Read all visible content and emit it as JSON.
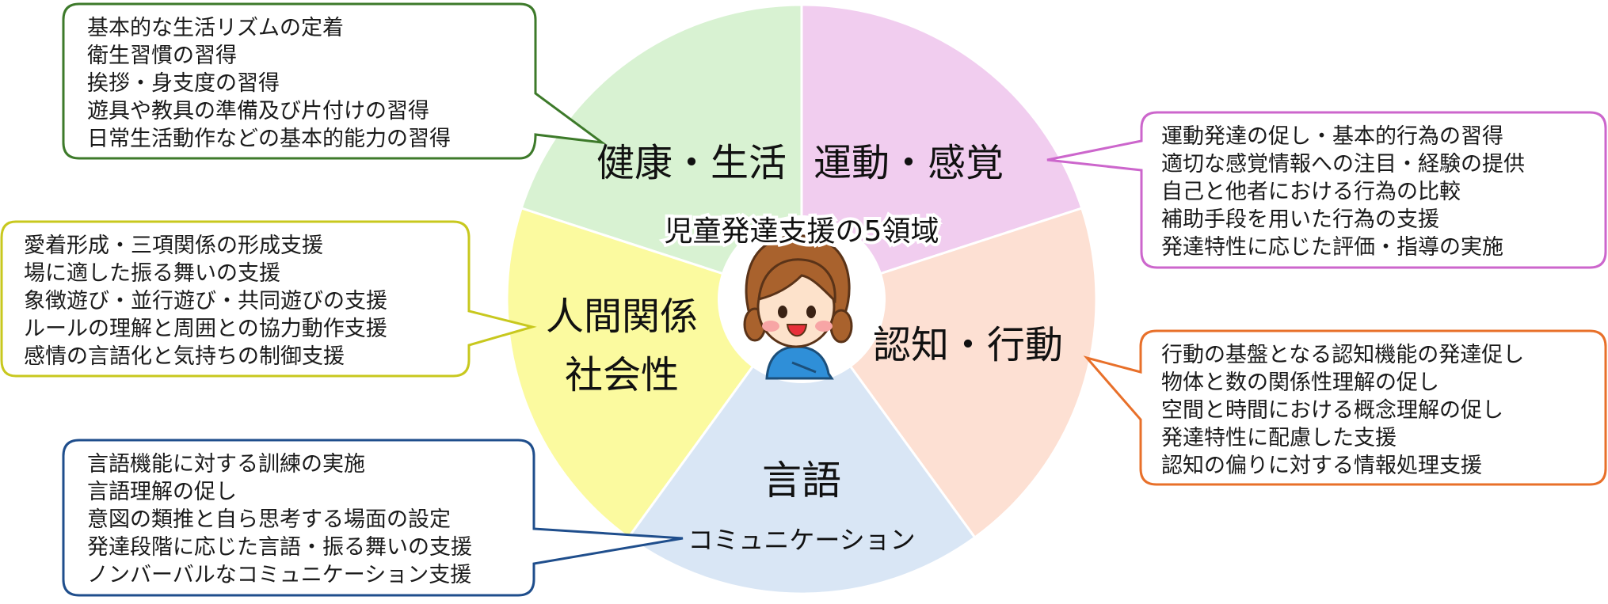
{
  "center_title": "児童発達支援の5領域",
  "colors": {
    "health": "#d8f2d2",
    "motor": "#f1cdef",
    "cognition": "#fde0d3",
    "language": "#d9e6f5",
    "social": "#fbfa9f",
    "border_health": "#3d7a2a",
    "border_motor": "#cc66cc",
    "border_cognition": "#e8702a",
    "border_language": "#1f4e8c",
    "border_social": "#c8c81e"
  },
  "segments": {
    "health": {
      "label": "健康・生活"
    },
    "motor": {
      "label": "運動・感覚"
    },
    "cognition": {
      "label": "認知・行動"
    },
    "language": {
      "label_main": "言語",
      "label_sub": "コミュニケーション"
    },
    "social": {
      "label_line1": "人間関係",
      "label_line2": "社会性"
    }
  },
  "bubbles": {
    "health": {
      "lines": [
        "基本的な生活リズムの定着",
        "衛生習慣の習得",
        "挨拶・身支度の習得",
        "遊具や教具の準備及び片付けの習得",
        "日常生活動作などの基本的能力の習得"
      ]
    },
    "motor": {
      "lines": [
        "運動発達の促し・基本的行為の習得",
        "適切な感覚情報への注目・経験の提供",
        "自己と他者における行為の比較",
        "補助手段を用いた行為の支援",
        "発達特性に応じた評価・指導の実施"
      ]
    },
    "social": {
      "lines": [
        "愛着形成・三項関係の形成支援",
        "場に適した振る舞いの支援",
        "象徴遊び・並行遊び・共同遊びの支援",
        "ルールの理解と周囲との協力動作支援",
        "感情の言語化と気持ちの制御支援"
      ]
    },
    "cognition": {
      "lines": [
        "行動の基盤となる認知機能の発達促し",
        "物体と数の関係性理解の促し",
        "空間と時間における概念理解の促し",
        "発達特性に配慮した支援",
        "認知の偏りに対する情報処理支援"
      ]
    },
    "language": {
      "lines": [
        "言語機能に対する訓練の実施",
        "言語理解の促し",
        "意図の類推と自ら思考する場面の設定",
        "発達段階に応じた言語・振る舞いの支援",
        "ノンバーバルなコミュニケーション支援"
      ]
    }
  }
}
